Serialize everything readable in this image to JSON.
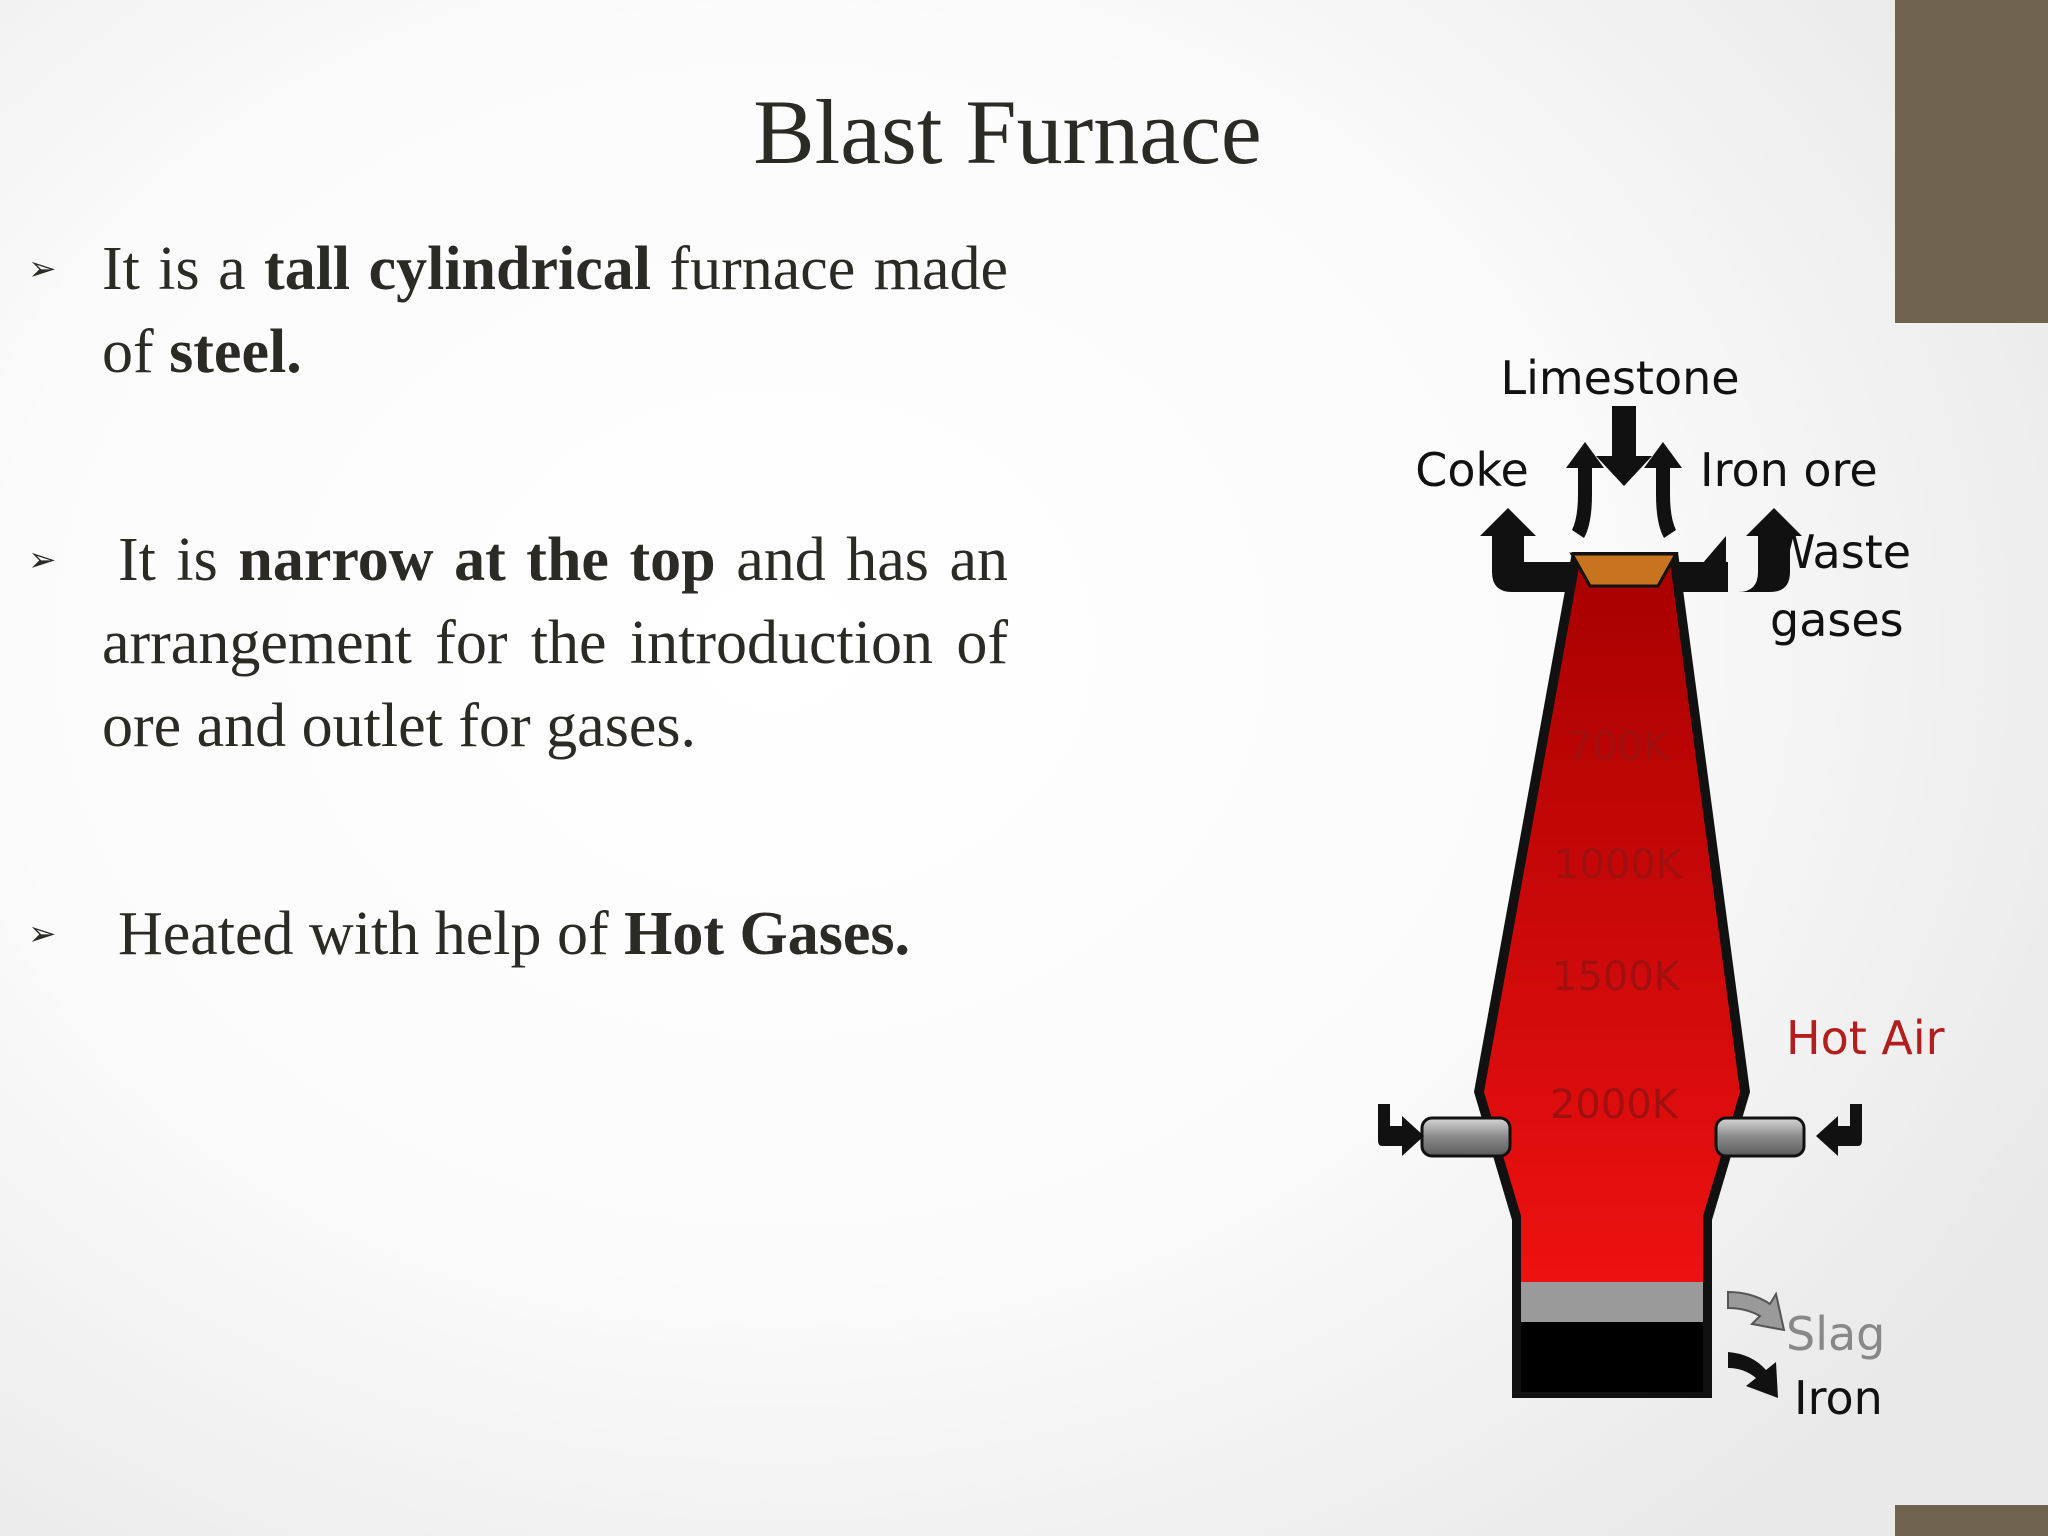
{
  "slide": {
    "title": "Blast Furnace",
    "bullets": [
      {
        "marker": "➢",
        "parts": [
          {
            "text": "It is a ",
            "bold": false
          },
          {
            "text": "tall cylindrical",
            "bold": true
          },
          {
            "text": " furnace made of ",
            "bold": false
          },
          {
            "text": "steel.",
            "bold": true
          }
        ]
      },
      {
        "marker": "➢",
        "parts": [
          {
            "text": "It is ",
            "bold": false
          },
          {
            "text": "narrow at the top",
            "bold": true
          },
          {
            "text": " and has an arrangement for the introduction of ore and outlet for gases.",
            "bold": false
          }
        ]
      },
      {
        "marker": "➢",
        "parts": [
          {
            "text": "Heated with help of ",
            "bold": false
          },
          {
            "text": "Hot Gases.",
            "bold": true
          }
        ]
      }
    ]
  },
  "diagram": {
    "labels": {
      "limestone": "Limestone",
      "coke": "Coke",
      "iron_ore": "Iron ore",
      "waste_1": "Waste",
      "waste_2": "gases",
      "hot_air": "Hot Air",
      "slag": "Slag",
      "iron": "Iron"
    },
    "temperatures": [
      "700K",
      "1000K",
      "1500K",
      "2000K"
    ],
    "colors": {
      "accent_bar": "#6f634e",
      "furnace_top": "#a80000",
      "furnace_bottom": "#ee1111",
      "hopper": "#c8731e",
      "hot_air_label": "#b21e1e",
      "slag_layer": "#9a9a9a",
      "temp_text": "#a01010"
    }
  }
}
